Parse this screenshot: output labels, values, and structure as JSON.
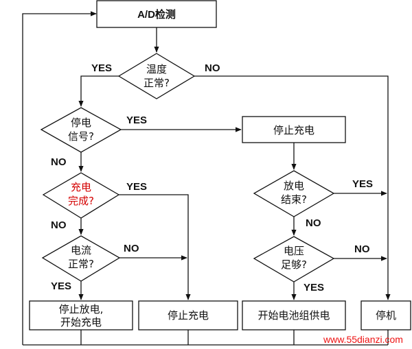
{
  "nodes": {
    "ad": {
      "text": "A/D检测"
    },
    "temp": {
      "line1": "温度",
      "line2": "正常?"
    },
    "power_signal": {
      "line1": "停电",
      "line2": "信号?"
    },
    "stop_charge_top": {
      "text": "停止充电"
    },
    "charge_done": {
      "line1": "充电",
      "line2": "完成?"
    },
    "discharge_end": {
      "line1": "放电",
      "line2": "结束?"
    },
    "current_ok": {
      "line1": "电流",
      "line2": "正常?"
    },
    "voltage_ok": {
      "line1": "电压",
      "line2": "足够?"
    },
    "stop_discharge": {
      "line1": "停止放电,",
      "line2": "开始充电"
    },
    "stop_charge_bottom": {
      "text": "停止充电"
    },
    "battery_supply": {
      "text": "开始电池组供电"
    },
    "shutdown": {
      "text": "停机"
    }
  },
  "labels": {
    "yes": "YES",
    "no": "NO"
  },
  "watermark": "www.55dianzi.com"
}
